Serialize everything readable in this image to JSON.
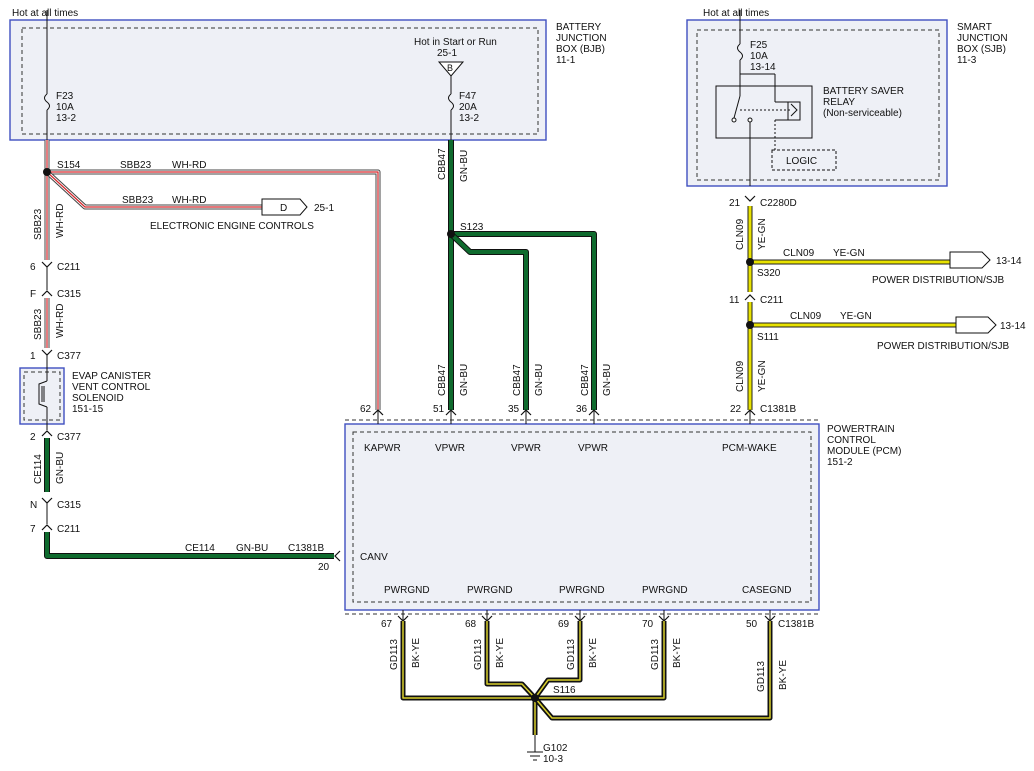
{
  "bjb": {
    "hot": "Hot at all times",
    "name": [
      "BATTERY",
      "JUNCTION",
      "BOX (BJB)",
      "11-1"
    ],
    "f23": [
      "F23",
      "10A",
      "13-2"
    ],
    "hot_start": [
      "Hot in Start or Run",
      "25-1"
    ],
    "b_marker": "B",
    "f47": [
      "F47",
      "20A",
      "13-2"
    ]
  },
  "sjb": {
    "hot": "Hot at all times",
    "name": [
      "SMART",
      "JUNCTION",
      "BOX (SJB)",
      "11-3"
    ],
    "f25": [
      "F25",
      "10A",
      "13-14"
    ],
    "relay": [
      "BATTERY SAVER",
      "RELAY",
      "(Non-serviceable)"
    ],
    "logic": "LOGIC"
  },
  "left": {
    "s154": "S154",
    "top_circuit": "SBB23",
    "top_color": "WH-RD",
    "mid_circuit": "SBB23",
    "mid_color": "WH-RD",
    "eec_marker": "D",
    "eec_ref": "25-1",
    "eec_label": "ELECTRONIC ENGINE CONTROLS",
    "v1_circuit": "SBB23",
    "v1_color": "WH-RD",
    "p6": "6",
    "c211a": "C211",
    "pF": "F",
    "c315a": "C315",
    "v2_circuit": "SBB23",
    "v2_color": "WH-RD",
    "p1": "1",
    "c377a": "C377",
    "evap": [
      "EVAP CANISTER",
      "VENT CONTROL",
      "SOLENOID",
      "151-15"
    ],
    "p2": "2",
    "c377b": "C377",
    "v3_circuit": "CE114",
    "v3_color": "GN-BU",
    "pN": "N",
    "c315b": "C315",
    "p7": "7",
    "c211b": "C211",
    "h_circuit": "CE114",
    "h_color": "GN-BU",
    "c1381b": "C1381B",
    "p20": "20"
  },
  "mid": {
    "v_circuit": "CBB47",
    "v_color": "GN-BU",
    "s123": "S123",
    "b1_circuit": "CBB47",
    "b1_color": "GN-BU",
    "b2_circuit": "CBB47",
    "b2_color": "GN-BU",
    "b3_circuit": "CBB47",
    "b3_color": "GN-BU"
  },
  "right": {
    "p21": "21",
    "c2280d": "C2280D",
    "v1_circuit": "CLN09",
    "v1_color": "YE-GN",
    "br1_circuit": "CLN09",
    "br1_color": "YE-GN",
    "br1_ref": "13-14",
    "br1_label": "POWER DISTRIBUTION/SJB",
    "s320": "S320",
    "p11": "11",
    "c211": "C211",
    "br2_circuit": "CLN09",
    "br2_color": "YE-GN",
    "br2_ref": "13-14",
    "br2_label": "POWER DISTRIBUTION/SJB",
    "s111": "S111",
    "v2_circuit": "CLN09",
    "v2_color": "YE-GN",
    "p22": "22",
    "c1381b": "C1381B"
  },
  "pcm": {
    "name": [
      "POWERTRAIN",
      "CONTROL",
      "MODULE (PCM)",
      "151-2"
    ],
    "top_pins": [
      "62",
      "51",
      "35",
      "36"
    ],
    "top_labels": [
      "KAPWR",
      "VPWR",
      "VPWR",
      "VPWR"
    ],
    "wake_label": "PCM-WAKE",
    "canv": "CANV",
    "gnd_labels": [
      "PWRGND",
      "PWRGND",
      "PWRGND",
      "PWRGND",
      "CASEGND"
    ]
  },
  "ground": {
    "pins": [
      "67",
      "68",
      "69",
      "70",
      "50"
    ],
    "c1381b": "C1381B",
    "circuit": [
      "GD113",
      "GD113",
      "GD113",
      "GD113",
      "GD113"
    ],
    "color": [
      "BK-YE",
      "BK-YE",
      "BK-YE",
      "BK-YE",
      "BK-YE"
    ],
    "s116": "S116",
    "g102": "G102",
    "g102_ref": "10-3"
  }
}
